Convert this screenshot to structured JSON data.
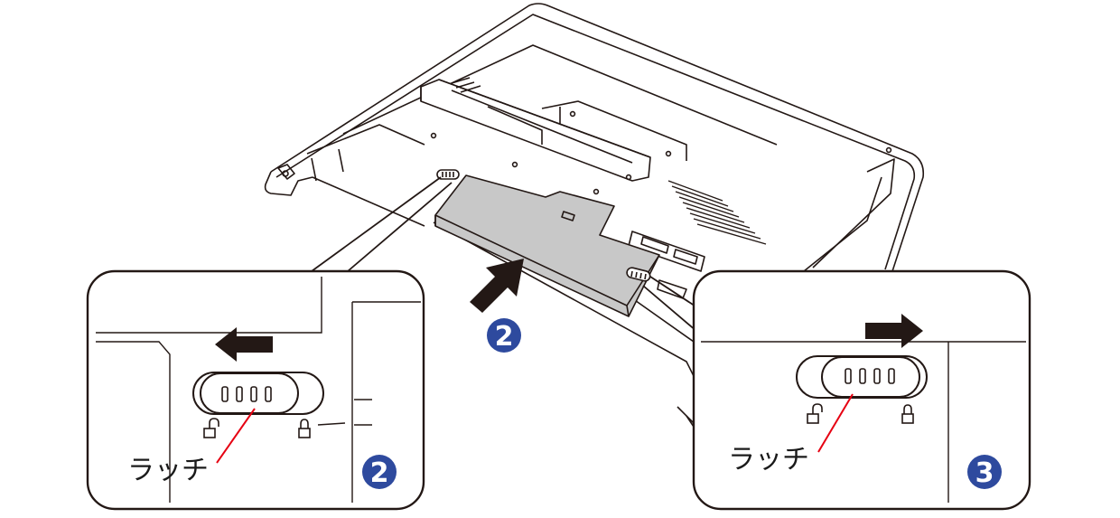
{
  "callouts": {
    "left": {
      "latch_label": "ラッチ",
      "step": "2"
    },
    "right": {
      "latch_label": "ラッチ",
      "step": "3"
    }
  },
  "main": {
    "step": "2"
  },
  "colors": {
    "step_badge": "#2e4a9e",
    "latch_pointer": "#e60012",
    "battery_fill": "#c8c8c8",
    "outline": "#231815"
  },
  "icons": [
    "unlock-icon",
    "lock-icon",
    "arrow-left-icon",
    "arrow-right-icon",
    "push-arrow-icon"
  ]
}
